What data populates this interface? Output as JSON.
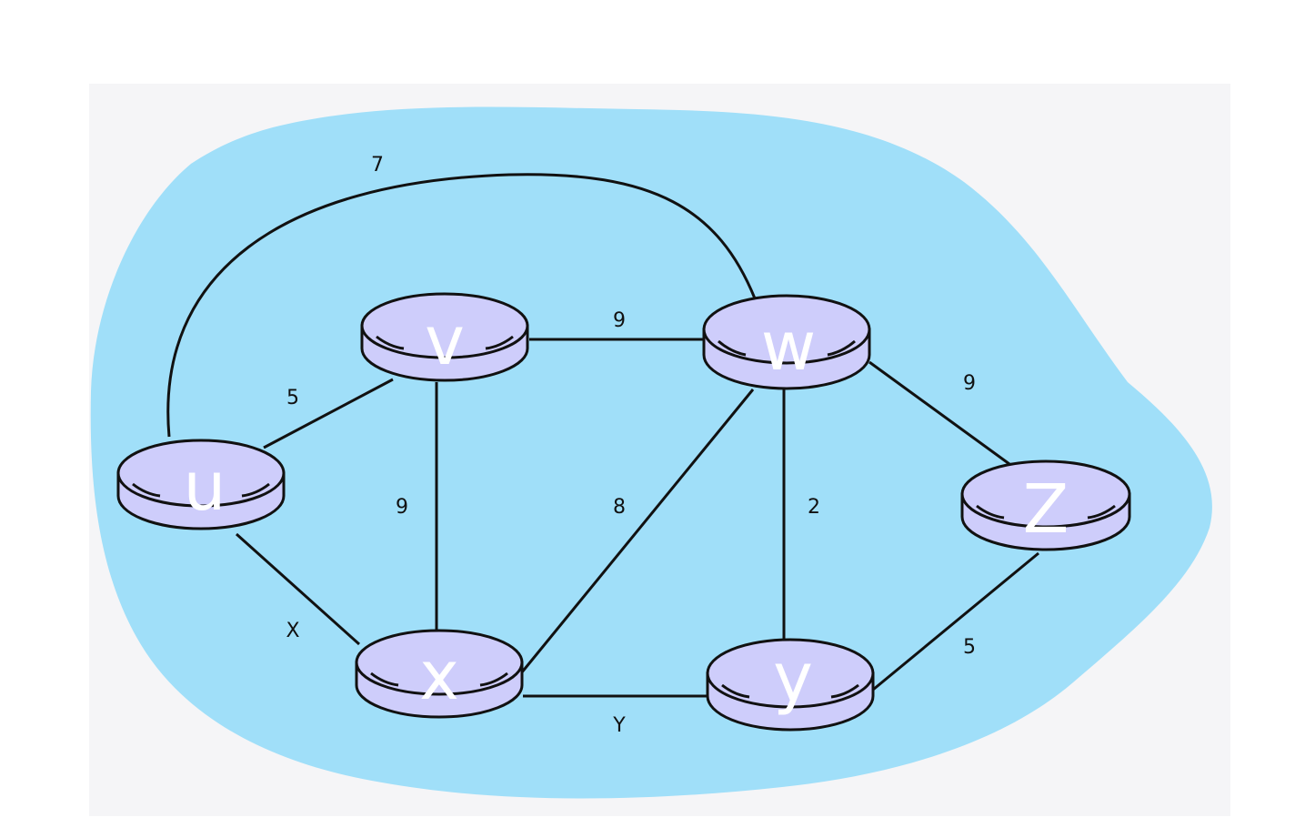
{
  "colors": {
    "panel": "#f5f5f7",
    "cloud": "#a0dff9",
    "router_fill": "#cecdfb",
    "router_stroke": "#111111",
    "link": "#111111"
  },
  "nodes": {
    "u": {
      "label": "u"
    },
    "v": {
      "label": "v"
    },
    "w": {
      "label": "w"
    },
    "x": {
      "label": "x"
    },
    "y": {
      "label": "y"
    },
    "z": {
      "label": "Z"
    }
  },
  "edges": {
    "u_w": {
      "weight": "7"
    },
    "u_v": {
      "weight": "5"
    },
    "v_w": {
      "weight": "9"
    },
    "w_z": {
      "weight": "9"
    },
    "v_x": {
      "weight": "9"
    },
    "x_w": {
      "weight": "8"
    },
    "w_y": {
      "weight": "2"
    },
    "u_x": {
      "weight": "X"
    },
    "y_z": {
      "weight": "5"
    },
    "x_y": {
      "weight": "Y"
    }
  }
}
